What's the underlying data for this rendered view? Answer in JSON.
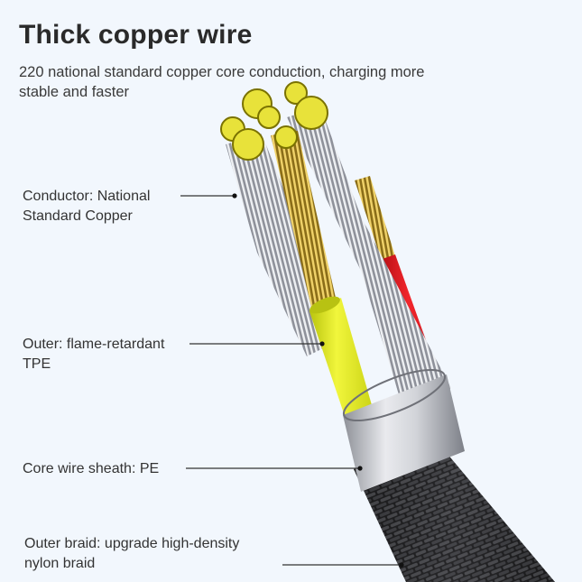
{
  "header": {
    "title": "Thick copper wire",
    "subtitle": "220 national standard copper core conduction, charging more stable and faster"
  },
  "callouts": [
    {
      "id": "conductor",
      "line1": "Conductor: National",
      "line2": "Standard Copper"
    },
    {
      "id": "outer",
      "line1": "Outer: flame-retardant",
      "line2": "TPE"
    },
    {
      "id": "sheath",
      "line1": "Core wire sheath: PE",
      "line2": ""
    },
    {
      "id": "braid",
      "line1": "Outer braid: upgrade high-density",
      "line2": "nylon braid"
    }
  ],
  "colors": {
    "background": "#f2f7fd",
    "text": "#333333",
    "copper_tip": "#e8e23a",
    "yellow_wire": "#e3ec2a",
    "red_wire": "#e0161c",
    "silver_strands": "#a9acb4",
    "sheath_ring": "#c9cbd1",
    "braid": "#2b2b2d"
  }
}
